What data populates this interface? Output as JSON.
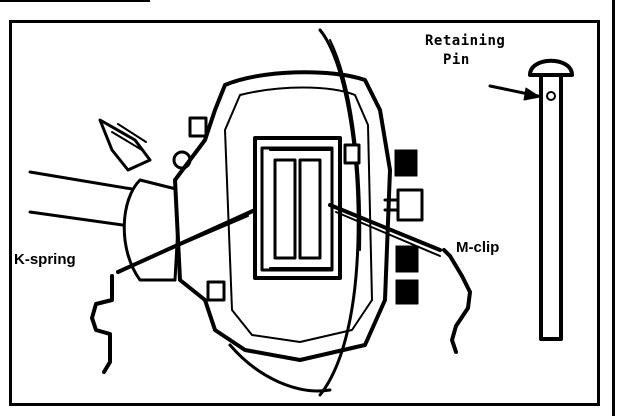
{
  "labels": {
    "retaining_pin_line1": "Retaining",
    "retaining_pin_line2": "Pin",
    "k_spring": "K-spring",
    "m_clip": "M-clip"
  },
  "colors": {
    "ink": "#000000",
    "paper": "#ffffff"
  }
}
